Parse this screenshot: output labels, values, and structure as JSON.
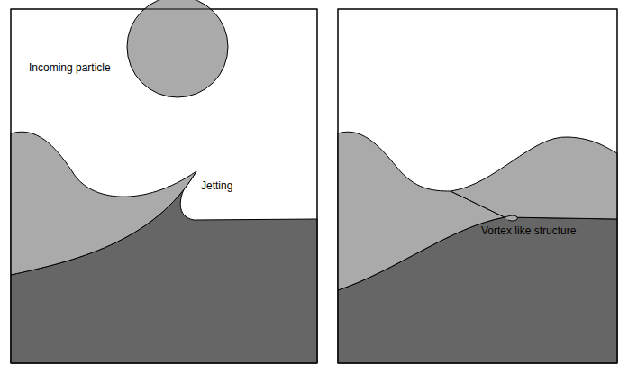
{
  "diagram": {
    "labels": [
      "Incoming particle",
      "Jetting",
      "Vortex like structure"
    ]
  }
}
